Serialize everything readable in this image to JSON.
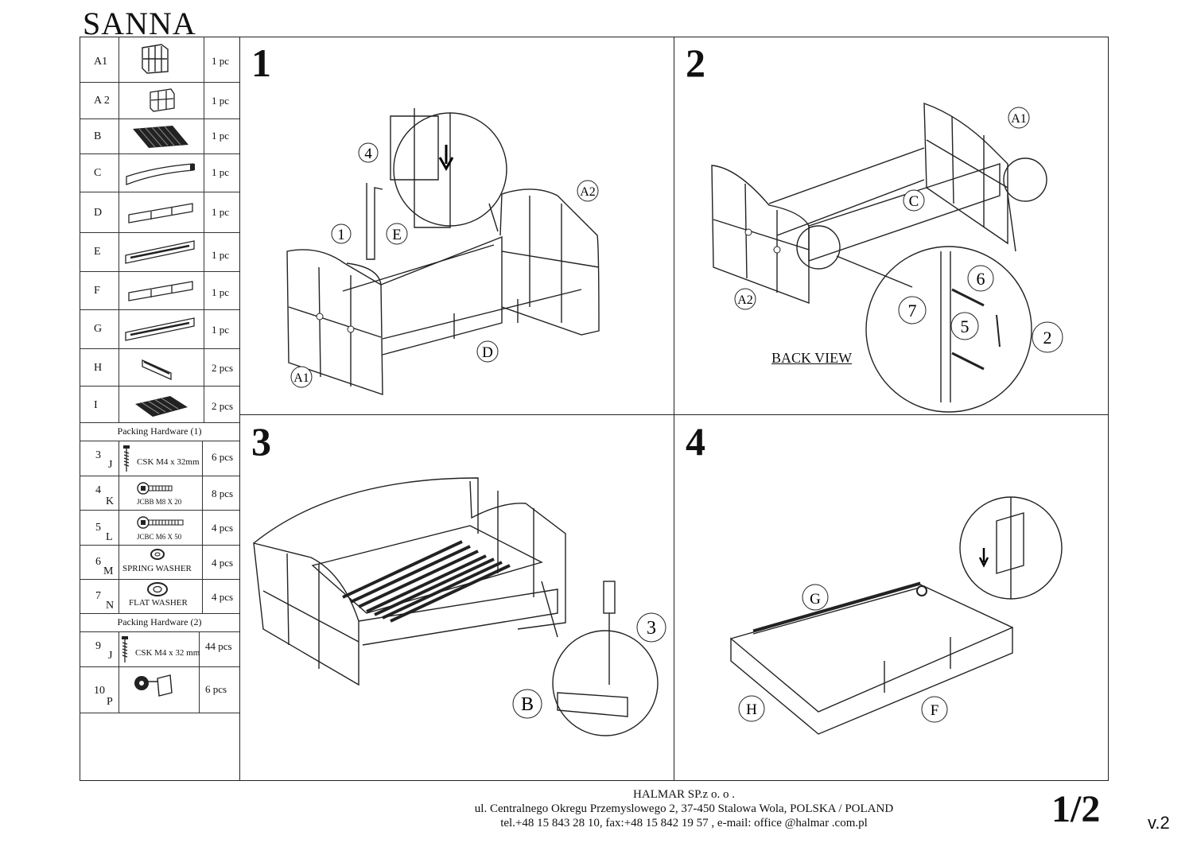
{
  "document": {
    "title": "SANNA",
    "page": "1/2",
    "version": "v.2"
  },
  "parts": [
    {
      "id": "A1",
      "qty": "1 pc",
      "icon": "headboard-panel-icon"
    },
    {
      "id": "A 2",
      "qty": "1 pc",
      "icon": "footboard-panel-icon"
    },
    {
      "id": "B",
      "qty": "1 pc",
      "icon": "slat-frame-icon"
    },
    {
      "id": "C",
      "qty": "1 pc",
      "icon": "back-rail-icon"
    },
    {
      "id": "D",
      "qty": "1 pc",
      "icon": "front-rail-icon"
    },
    {
      "id": "E",
      "qty": "1 pc",
      "icon": "support-rail-icon"
    },
    {
      "id": "F",
      "qty": "1 pc",
      "icon": "drawer-front-icon"
    },
    {
      "id": "G",
      "qty": "1 pc",
      "icon": "drawer-rail-icon"
    },
    {
      "id": "H",
      "qty": "2 pcs",
      "icon": "drawer-side-icon"
    },
    {
      "id": "I",
      "qty": "2 pcs",
      "icon": "drawer-bottom-icon"
    }
  ],
  "hardware1": {
    "header": "Packing Hardware (1)",
    "items": [
      {
        "num": "3",
        "sub": "J",
        "label": "CSK M4 x 32mm",
        "qty": "6 pcs",
        "icon": "screw-icon"
      },
      {
        "num": "4",
        "sub": "K",
        "label": "JCBB M8 X 20",
        "qty": "8 pcs",
        "icon": "bolt-icon"
      },
      {
        "num": "5",
        "sub": "L",
        "label": "JCBC M6 X 50",
        "qty": "4 pcs",
        "icon": "bolt-icon"
      },
      {
        "num": "6",
        "sub": "M",
        "label": "SPRING WASHER",
        "qty": "4 pcs",
        "icon": "spring-washer-icon"
      },
      {
        "num": "7",
        "sub": "N",
        "label": "FLAT WASHER",
        "qty": "4 pcs",
        "icon": "flat-washer-icon"
      }
    ]
  },
  "hardware2": {
    "header": "Packing Hardware (2)",
    "items": [
      {
        "num": "9",
        "sub": "J",
        "label": "CSK M4 x 32 mm",
        "qty": "44 pcs",
        "icon": "screw-icon"
      },
      {
        "num": "10",
        "sub": "P",
        "label": "",
        "qty": "6 pcs",
        "icon": "caster-wheel-icon"
      }
    ]
  },
  "steps": [
    {
      "num": "1",
      "callouts": [
        "4",
        "1",
        "E",
        "A2",
        "D",
        "A1"
      ]
    },
    {
      "num": "2",
      "callouts": [
        "A1",
        "C",
        "A2",
        "6",
        "7",
        "5",
        "2"
      ],
      "note": "BACK VIEW"
    },
    {
      "num": "3",
      "callouts": [
        "3",
        "B"
      ]
    },
    {
      "num": "4",
      "callouts": [
        "G",
        "H",
        "F"
      ]
    }
  ],
  "footer": {
    "company": "HALMAR SP.z o. o .",
    "address": "ul. Centralnego Okregu Przemyslowego 2, 37-450 Stalowa Wola, POLSKA / POLAND",
    "contact": "tel.+48 15 843 28 10, fax:+48 15 842 19 57 , e-mail: office @halmar .com.pl"
  }
}
